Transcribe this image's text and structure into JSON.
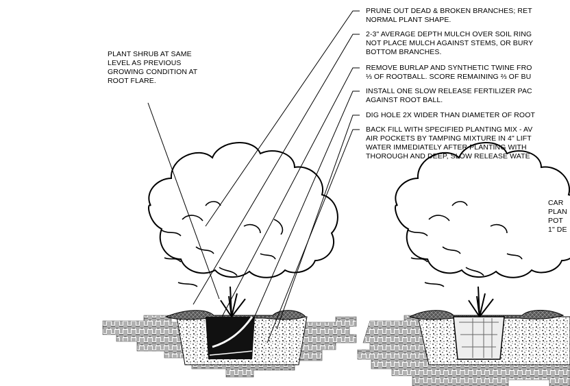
{
  "left_note": [
    "PLANT SHRUB AT SAME",
    "LEVEL AS PREVIOUS",
    "GROWING CONDITION AT",
    "ROOT FLARE."
  ],
  "callouts": [
    [
      "PRUNE OUT DEAD & BROKEN BRANCHES; RET",
      "NORMAL PLANT SHAPE."
    ],
    [
      "2-3\" AVERAGE DEPTH MULCH OVER SOIL RING",
      "NOT PLACE MULCH AGAINST STEMS, OR BURY",
      "BOTTOM BRANCHES."
    ],
    [
      "REMOVE BURLAP AND SYNTHETIC TWINE FRO",
      "⅓ OF ROOTBALL.  SCORE REMAINING ⅔ OF BU"
    ],
    [
      "INSTALL ONE SLOW RELEASE FERTILIZER PAC",
      "AGAINST ROOT BALL."
    ],
    [
      "DIG HOLE 2X WIDER THAN DIAMETER OF ROOT"
    ],
    [
      "BACK FILL WITH SPECIFIED PLANTING MIX - AV",
      "AIR POCKETS BY TAMPING MIXTURE IN 4\" LIFT",
      "WATER IMMEDIATELY AFTER PLANTING WITH",
      "THOROUGH AND DEEP, SLOW RELEASE WATE"
    ]
  ],
  "right_note": [
    "CAR",
    "PLAN",
    "POT",
    "1\" DE"
  ]
}
